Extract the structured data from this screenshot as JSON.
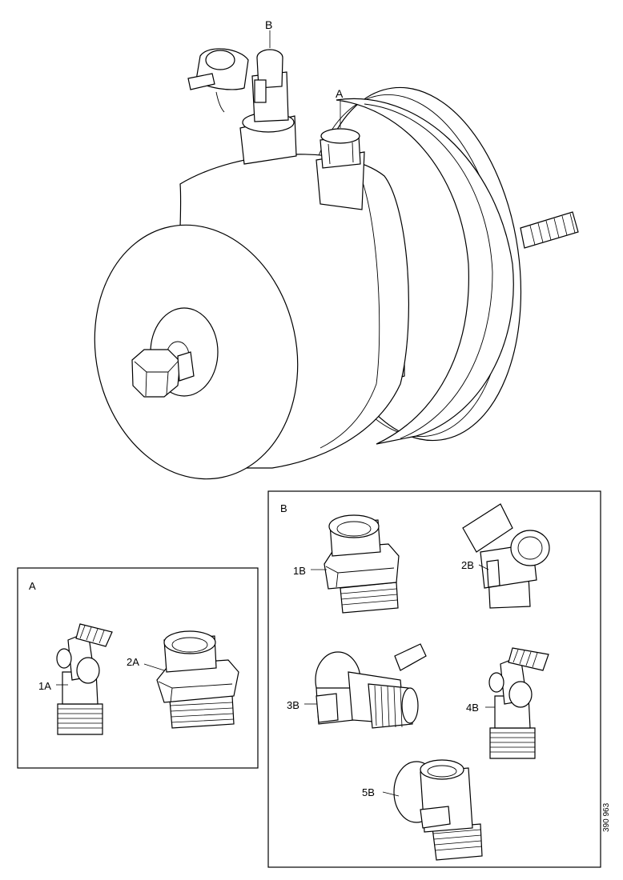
{
  "labels": {
    "main_a": "A",
    "main_b": "B",
    "box_a_title": "A",
    "box_b_title": "B",
    "p1a": "1A",
    "p2a": "2A",
    "p1b": "1B",
    "p2b": "2B",
    "p3b": "3B",
    "p4b": "4B",
    "p5b": "5B"
  },
  "document_id": "390 963"
}
